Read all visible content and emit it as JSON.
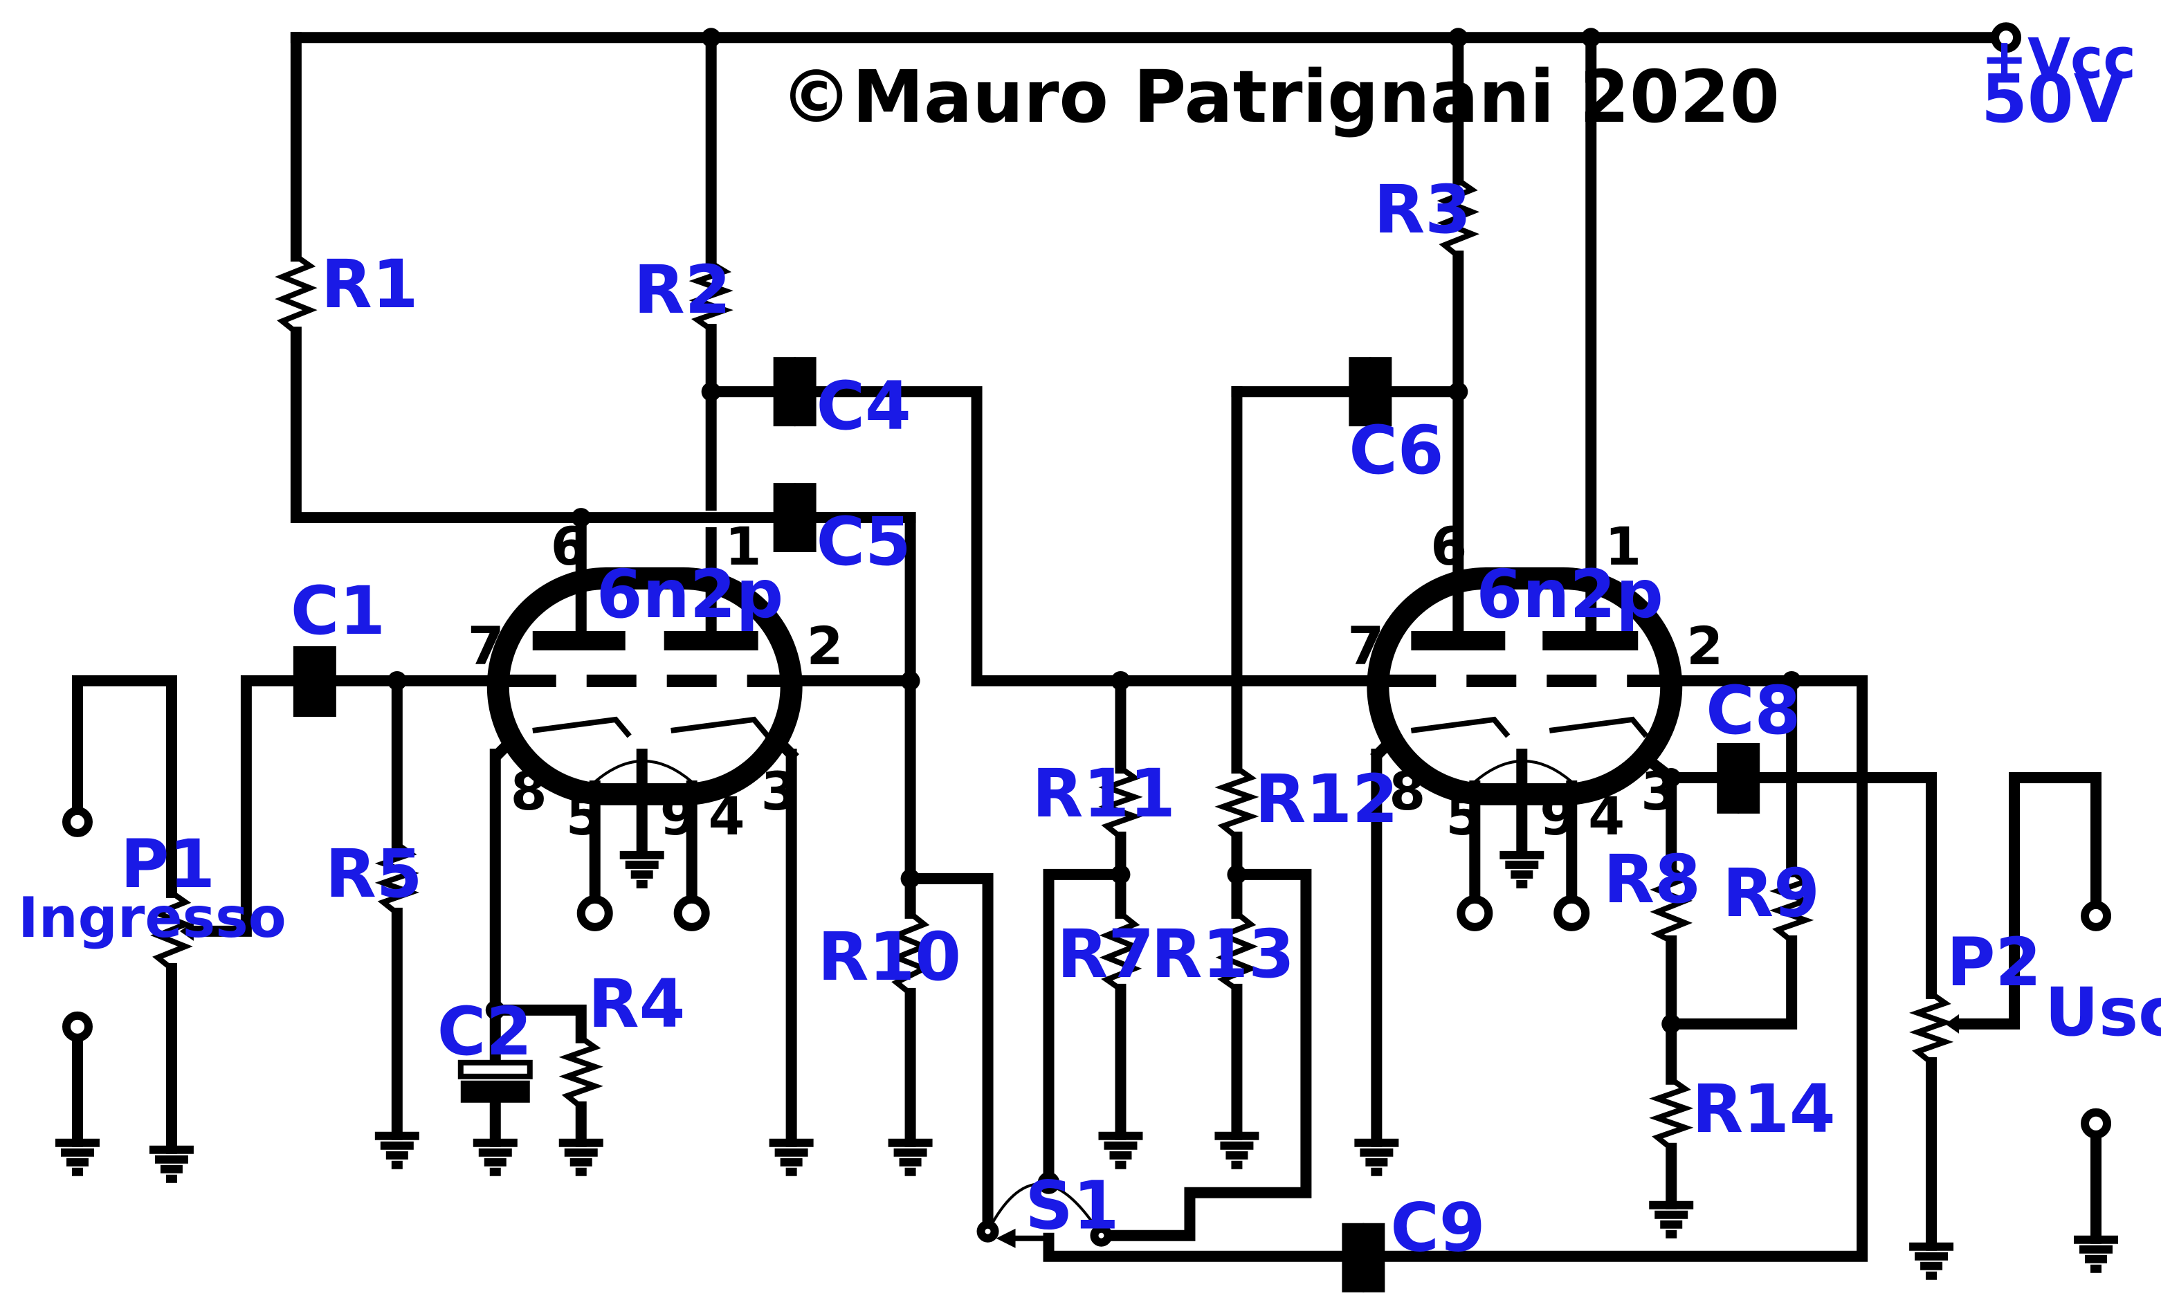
{
  "copyright": "©Mauro Patrignani 2020",
  "supply": {
    "label": "+Vcc",
    "voltage": "50V"
  },
  "tubes": [
    {
      "type": "6n2p",
      "pins": [
        "6",
        "1",
        "7",
        "2",
        "8",
        "5",
        "9",
        "4",
        "3"
      ]
    },
    {
      "type": "6n2p",
      "pins": [
        "6",
        "1",
        "7",
        "2",
        "8",
        "5",
        "9",
        "4",
        "3"
      ]
    }
  ],
  "components": {
    "R1": "R1",
    "R2": "R2",
    "R3": "R3",
    "R4": "R4",
    "R5": "R5",
    "R7": "R7",
    "R8": "R8",
    "R9": "R9",
    "R10": "R10",
    "R11": "R11",
    "R12": "R12",
    "R13": "R13",
    "R14": "R14",
    "C1": "C1",
    "C2": "C2",
    "C4": "C4",
    "C5": "C5",
    "C6": "C6",
    "C8": "C8",
    "C9": "C9",
    "P1": "P1",
    "P2": "P2",
    "S1": "S1"
  },
  "ports": {
    "input": "Ingresso",
    "output": "Uscita"
  }
}
